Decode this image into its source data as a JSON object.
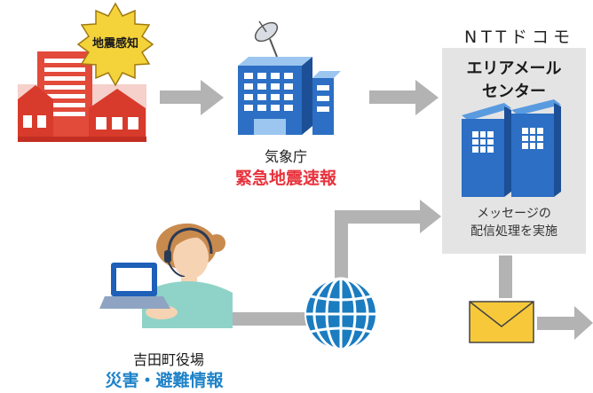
{
  "badge": {
    "text": "地震感知"
  },
  "jma": {
    "name": "気象庁",
    "service": "緊急地震速報"
  },
  "ntt": {
    "company": "NTTドコモ",
    "center_line1": "エリアメール",
    "center_line2": "センター",
    "process_line1": "メッセージの",
    "process_line2": "配信処理を実施"
  },
  "town": {
    "name": "吉田町役場",
    "service": "災害・避難情報"
  },
  "colors": {
    "arrow": "#b3b3b3",
    "red_text": "#e8323c",
    "blue_text": "#1e82c8",
    "building_blue": "#2c6fc4",
    "envelope": "#f7c93a",
    "globe": "#1b7cc0",
    "badge": "#f4d23a"
  },
  "icons": [
    "quake-building-icon",
    "jma-building-icon",
    "server-building-icon",
    "operator-person-icon",
    "globe-icon",
    "envelope-icon"
  ]
}
